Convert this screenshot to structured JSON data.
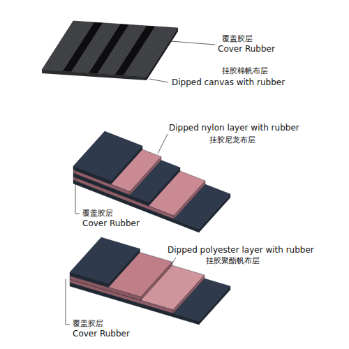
{
  "diagram": {
    "labels": [
      "覆盖胶层",
      "Cover Rubber",
      "挂胶棉帆布层",
      "Dipped canvas with rubber",
      "Dipped nylon layer with rubber",
      "挂胶尼龙布层",
      "覆盖胶层",
      "Cover Rubber",
      "Dipped polyester layer with rubber",
      "挂胶聚酯帆布层",
      "覆盖胶层",
      "Cover Rubber"
    ]
  }
}
